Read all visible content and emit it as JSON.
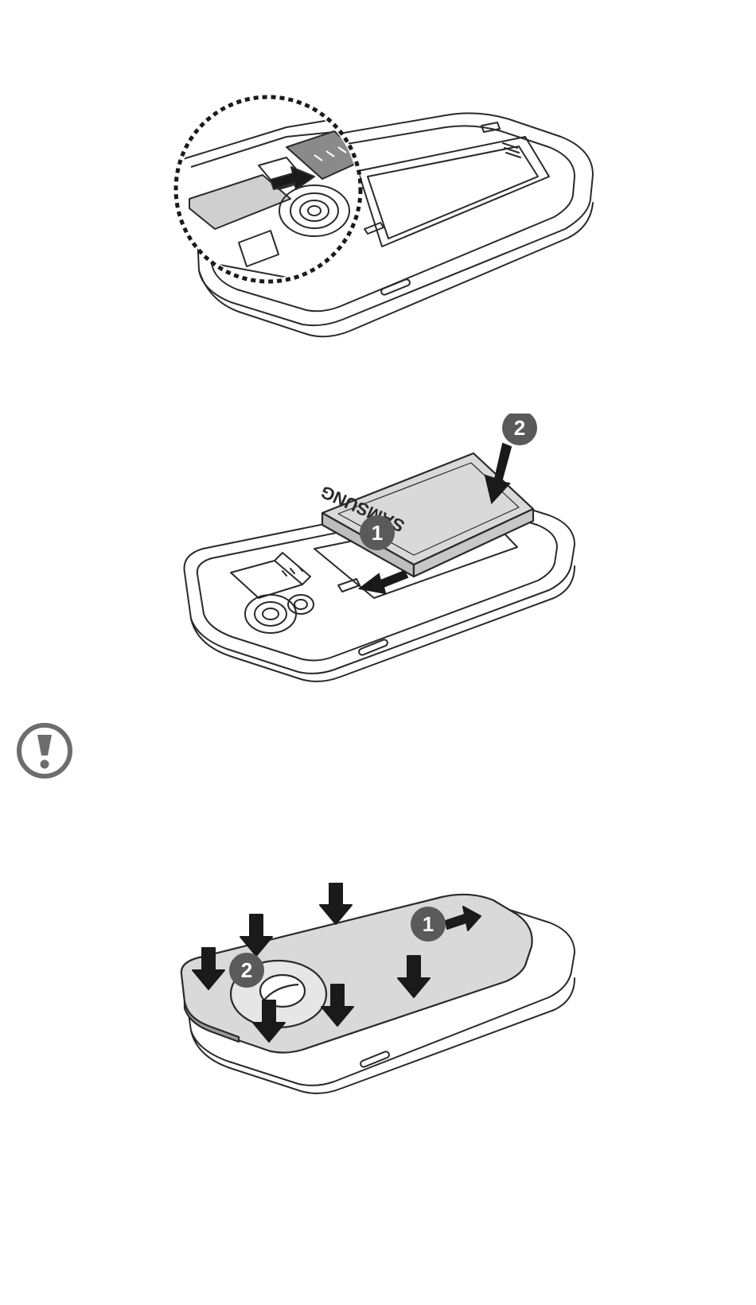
{
  "figures": {
    "sim_insert": {
      "markers": []
    },
    "battery_insert": {
      "brand_text": "SAMSUNG",
      "step_markers": [
        "1",
        "2"
      ]
    },
    "cover_attach": {
      "step_markers": [
        "1",
        "2"
      ]
    }
  },
  "caution": {
    "icon": "exclamation-caution-icon",
    "color": "#6d6d6d"
  },
  "colors": {
    "line": "#2a2a2a",
    "fill_gray": "#d9d9d9",
    "dark_gray": "#7a7a7a",
    "marker": "#5a5a5a"
  }
}
